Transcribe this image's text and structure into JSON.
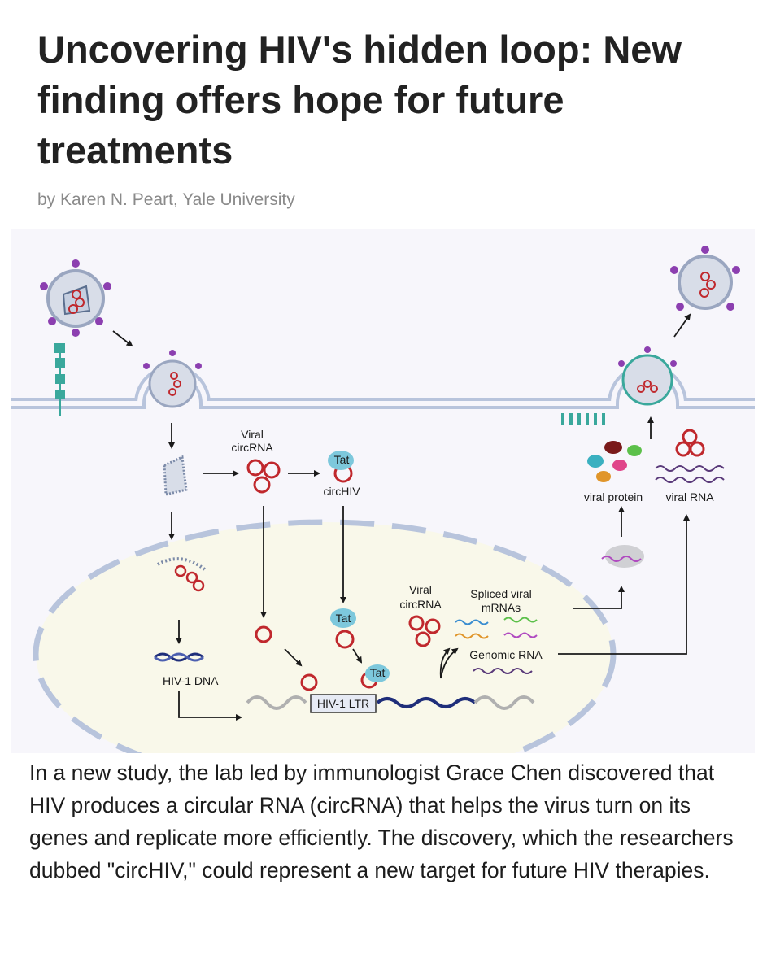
{
  "article": {
    "headline": "Uncovering HIV's hidden loop: New finding offers hope for future treatments",
    "byline": "by Karen N. Peart, Yale University",
    "body": "In a new study, the lab led by immunologist Grace Chen discovered that HIV produces a circular RNA (circRNA) that helps the virus turn on its genes and replicate more efficiently. The discovery, which the researchers dubbed \"circHIV,\" could represent a new target for future HIV therapies."
  },
  "figure": {
    "labels": {
      "viral_circrna_top_1": "Viral",
      "viral_circrna_top_2": "circRNA",
      "tat": "Tat",
      "circhiv": "circHIV",
      "viral_protein": "viral protein",
      "viral_rna": "viral RNA",
      "viral_circrna_nuc_1": "Viral",
      "viral_circrna_nuc_2": "circRNA",
      "spliced_1": "Spliced viral",
      "spliced_2": "mRNAs",
      "genomic_rna": "Genomic RNA",
      "hiv1_dna": "HIV-1 DNA",
      "hiv1_ltr": "HIV-1 LTR"
    },
    "colors": {
      "circrna": "#c0282d",
      "tat": "#7dc8dc",
      "membrane": "#b8c4dc",
      "nucleus_fill": "#f9f8ea",
      "dna": "#1f2e7a",
      "spike": "#8c3fb0",
      "receptor": "#3aa89c"
    }
  }
}
